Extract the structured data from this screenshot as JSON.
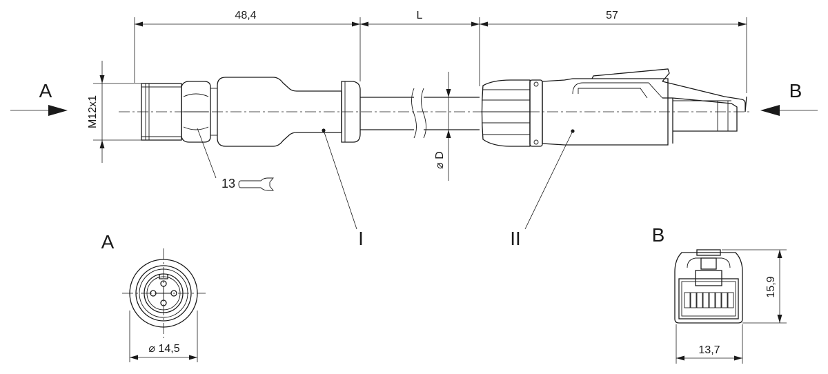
{
  "dimensions": {
    "plug_length": "48,4",
    "cable_length": "L",
    "rj45_length": "57",
    "thread": "M12x1",
    "cable_diameter": "D",
    "wrench_size": "13",
    "m12_diameter": "14,5",
    "rj45_height": "15,9",
    "rj45_width": "13,7"
  },
  "view_labels": {
    "arrow_a": "A",
    "arrow_b": "B",
    "detail_a": "A",
    "detail_b": "B"
  },
  "part_labels": {
    "part_1": "I",
    "part_2": "II"
  },
  "symbols": {
    "diameter": "⌀"
  }
}
